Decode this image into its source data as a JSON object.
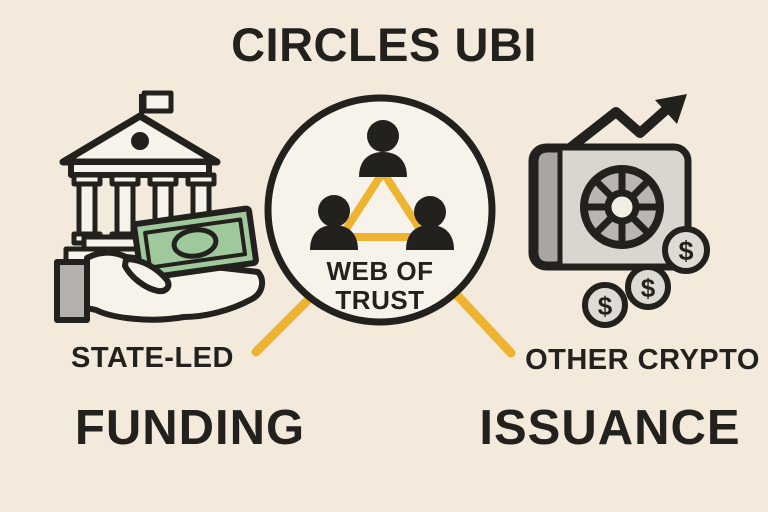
{
  "title": {
    "text": "CIRCLES UBI"
  },
  "nodes": {
    "center": {
      "icon": "three-people-trust-network-icon",
      "label_line1": "WEB OF",
      "label_line2": "TRUST"
    },
    "left": {
      "icon": "government-building-hand-money-icon",
      "sublabel": "STATE-LED",
      "label": "FUNDING"
    },
    "right": {
      "icon": "safe-coins-growth-arrow-icon",
      "sublabel": "OTHER CRYPTO",
      "label": "ISSUANCE",
      "coin_symbol": "$"
    }
  },
  "colors": {
    "background": "#f3eadc",
    "light_fill": "#f8f3ea",
    "ink": "#23211d",
    "accent_yellow": "#eeb431",
    "money_green": "#9fc89c",
    "sleeve_gray": "#b4b1ac",
    "safe_front_gray": "#d9d6d0",
    "safe_side_gray": "#a9a6a1",
    "dial_gray": "#b9b6b1",
    "coin_gray": "#dedbd4"
  }
}
